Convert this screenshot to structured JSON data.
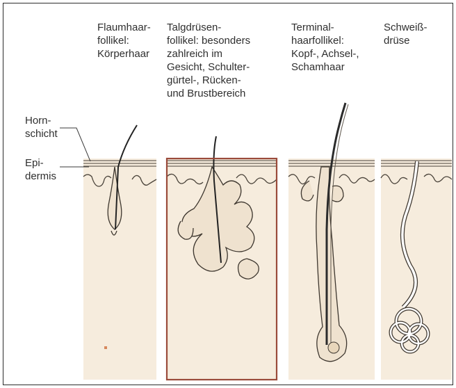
{
  "diagram": {
    "columns": [
      {
        "label": "Flaumhaar-\nfollikel:\nKörperhaar"
      },
      {
        "label": "Talgdrüsen-\nfollikel: besonders\nzahlreich im\nGesicht, Schulter-\ngürtel-, Rücken-\nund Brustbereich"
      },
      {
        "label": "Terminal-\nhaarfollikel:\nKopf-, Achsel-,\nSchamhaar"
      },
      {
        "label": "Schweiß-\ndrüse"
      }
    ],
    "layers": {
      "horn": "Horn-\nschicht",
      "epidermis": "Epi-\ndermis"
    }
  }
}
